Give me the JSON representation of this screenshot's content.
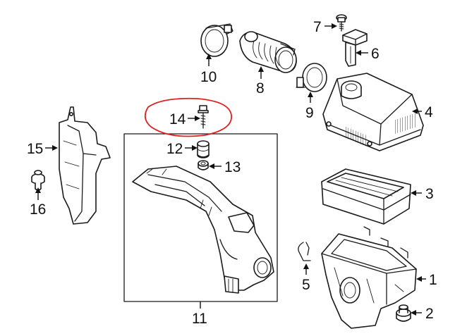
{
  "colors": {
    "highlight": "#e02020",
    "ink": "#111111"
  },
  "callouts": {
    "c1": "1",
    "c2": "2",
    "c3": "3",
    "c4": "4",
    "c5": "5",
    "c6": "6",
    "c7": "7",
    "c8": "8",
    "c9": "9",
    "c10": "10",
    "c11": "11",
    "c12": "12",
    "c13": "13",
    "c14": "14",
    "c15": "15",
    "c16": "16"
  },
  "highlighted_callout": "14"
}
